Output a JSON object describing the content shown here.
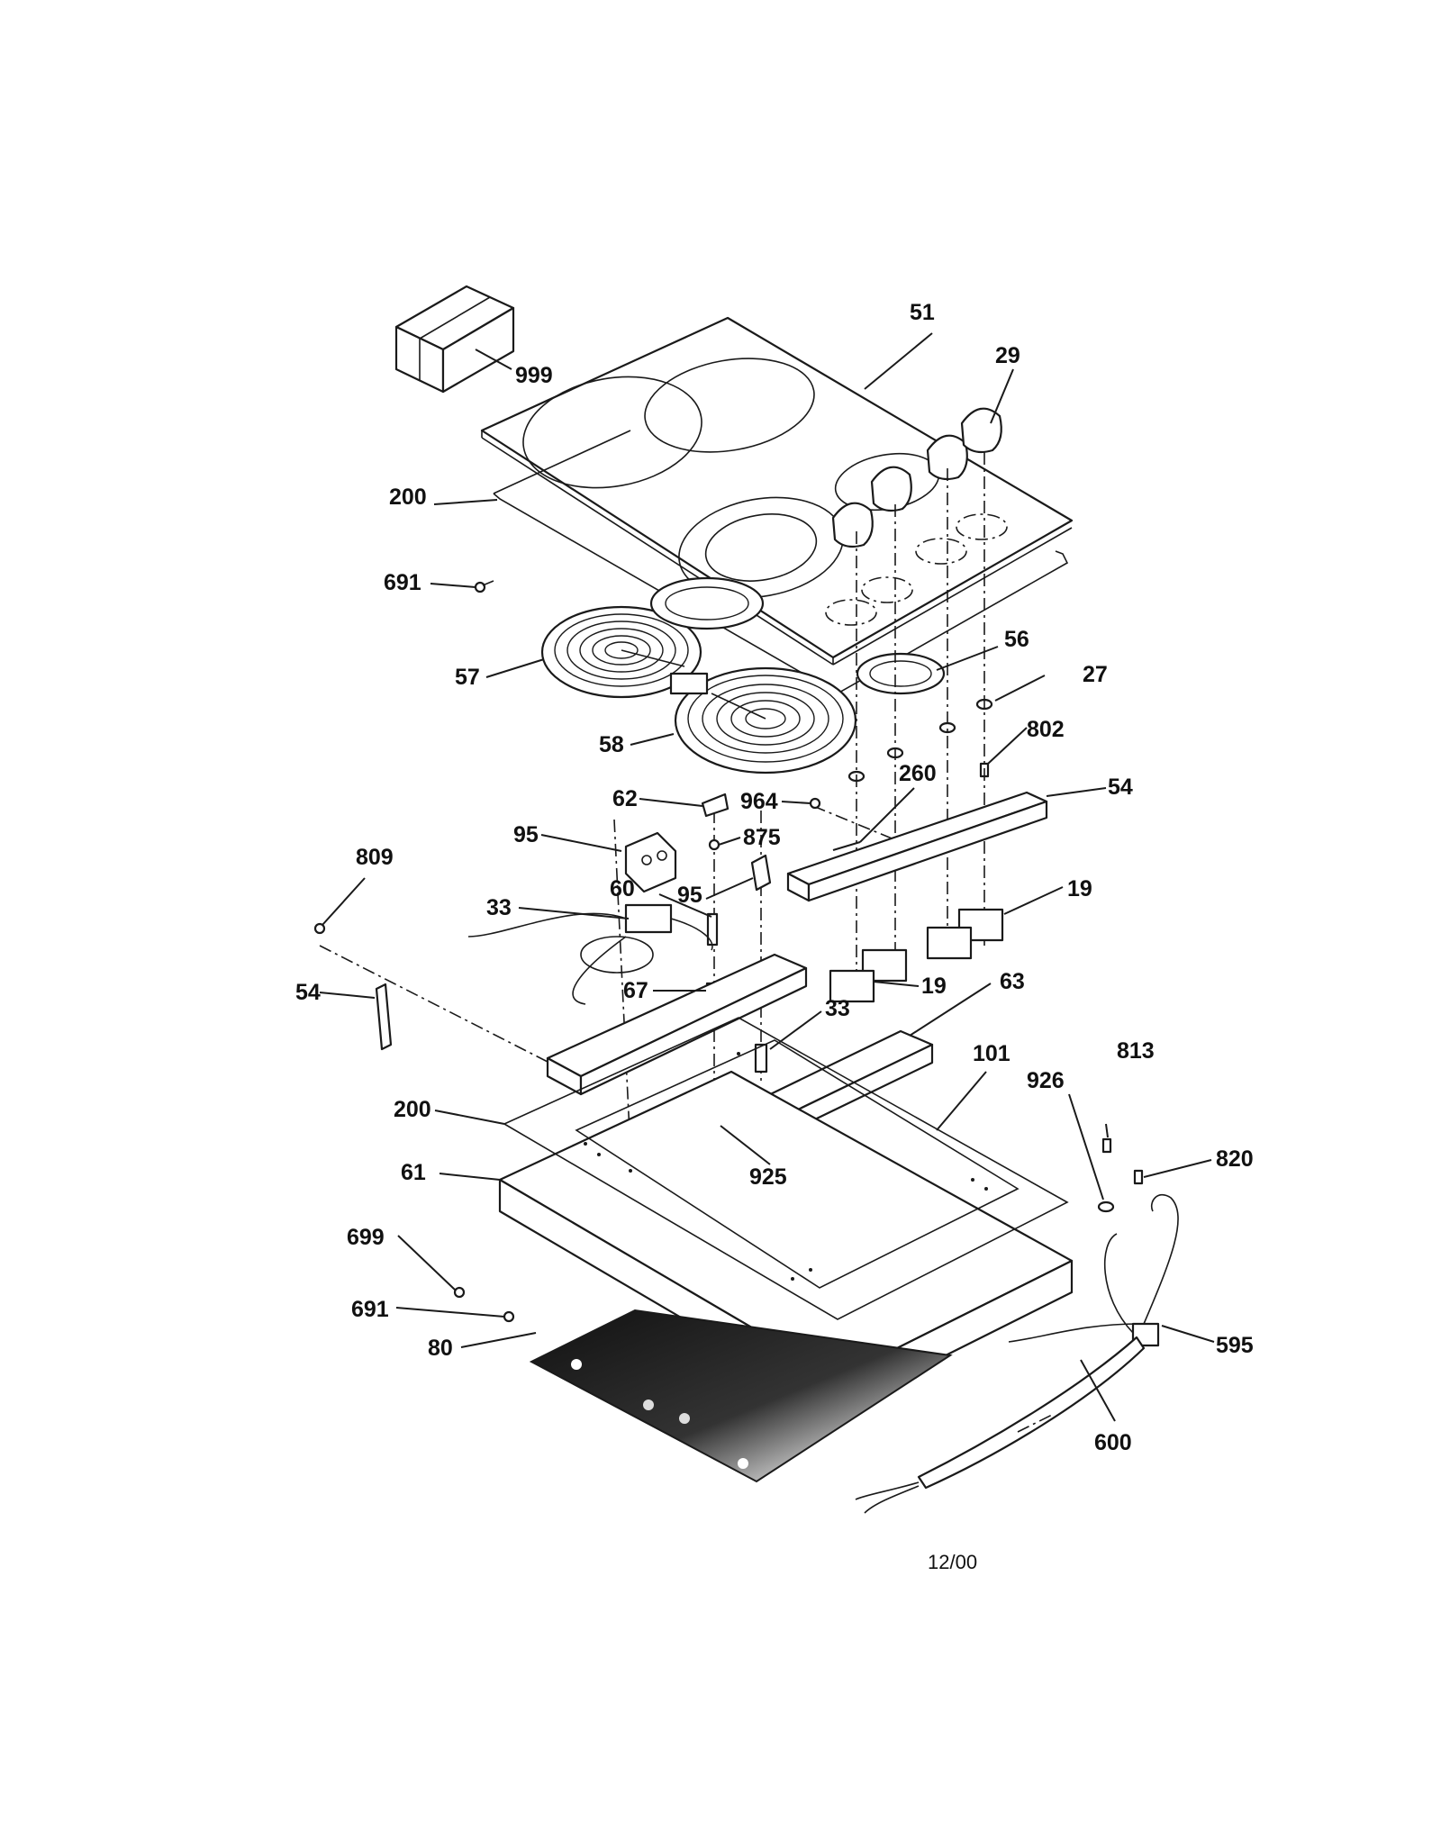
{
  "diagram": {
    "callouts": {
      "c51": "51",
      "c29": "29",
      "c999": "999",
      "c200_top": "200",
      "c691_top": "691",
      "c56": "56",
      "c57": "57",
      "c27": "27",
      "c802": "802",
      "c58": "58",
      "c260": "260",
      "c54_right": "54",
      "c62": "62",
      "c964": "964",
      "c95_left": "95",
      "c875": "875",
      "c809": "809",
      "c95_mid": "95",
      "c60": "60",
      "c33_left": "33",
      "c19_right": "19",
      "c54_left": "54",
      "c19_mid": "19",
      "c67": "67",
      "c63": "63",
      "c33_mid": "33",
      "c101": "101",
      "c813": "813",
      "c926": "926",
      "c200_bottom": "200",
      "c925": "925",
      "c820": "820",
      "c61": "61",
      "c699": "699",
      "c691_bottom": "691",
      "c595": "595",
      "c80": "80",
      "c600": "600"
    },
    "date_code": "12/00"
  }
}
